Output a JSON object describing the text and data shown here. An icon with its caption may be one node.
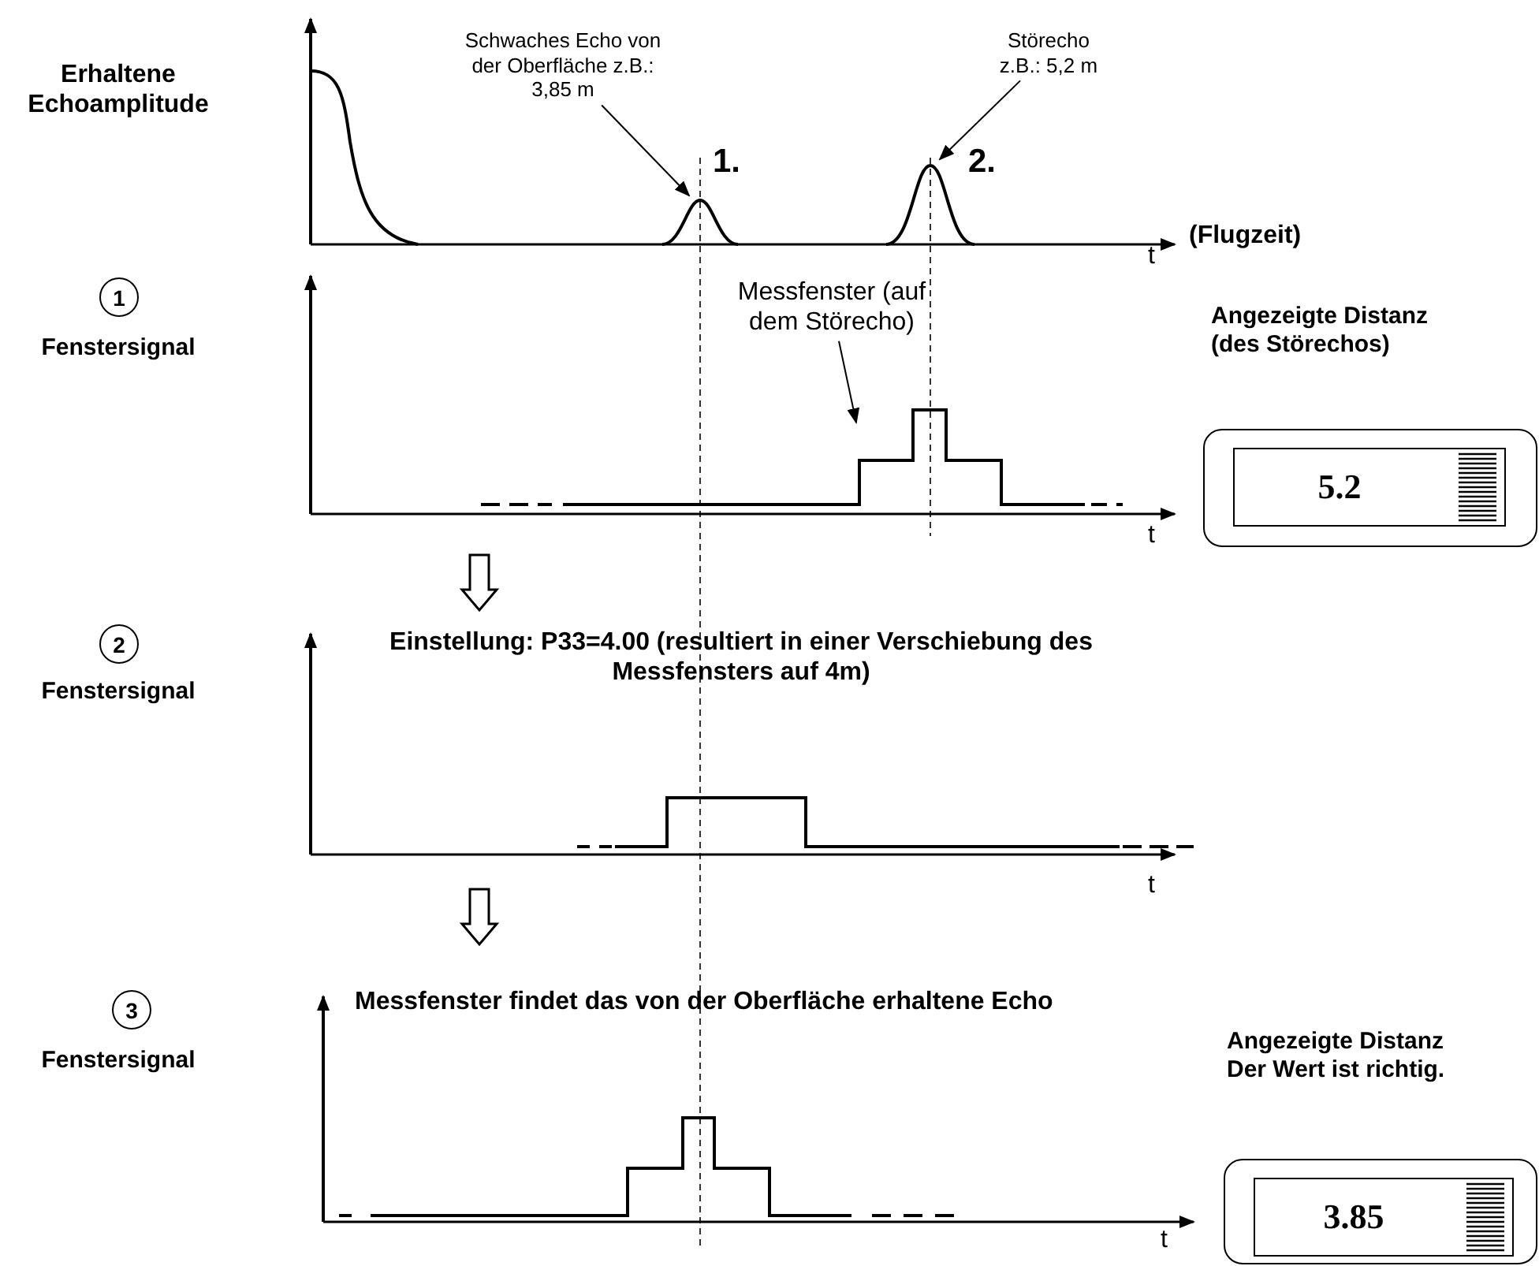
{
  "diagram": {
    "nodes": [
      {
        "text": [
          "Schwaches Echo von der Oberfläche z.B.: 3,85 m"
        ]
      },
      {
        "text": [
          "Störecho z.B.: 5,2 m"
        ]
      },
      {
        "text": [
          "1"
        ],
        "beside": [
          "Fenstersignal"
        ]
      },
      {
        "text": [
          "Messfenster (auf dem Störecho)"
        ]
      },
      {
        "text": [],
        "shape": "box"
      },
      {
        "text": [
          "5.2"
        ],
        "in": 4,
        "beside": [
          "Angezeigte Distanz (des Störechos)"
        ]
      },
      {
        "text": [
          "2"
        ],
        "beside": [
          "Fenstersignal"
        ]
      },
      {
        "text": [
          "3"
        ],
        "beside": [
          "Fenstersignal"
        ]
      },
      {
        "text": [],
        "shape": "box"
      },
      {
        "text": [
          "3.85"
        ],
        "in": 8
      }
    ],
    "edges": [
      {
        "from": 0,
        "to": null,
        "arrow": "to"
      },
      {
        "from": 1,
        "to": null,
        "arrow": "to"
      },
      {
        "from": 3,
        "to": null,
        "arrow": "to"
      }
    ],
    "labels": [
      "Erhaltene Echoamplitude",
      "1.",
      "2.",
      "(Flugzeit)",
      "t",
      "t",
      "Einstellung: P33=4.00 (resultiert in einer Verschiebung des Messfensters auf 4m)",
      "t",
      "Messfenster findet das von der Oberfläche erhaltene Echo",
      "Angezeigte Distanz Der Wert ist richtig.",
      "t"
    ]
  }
}
